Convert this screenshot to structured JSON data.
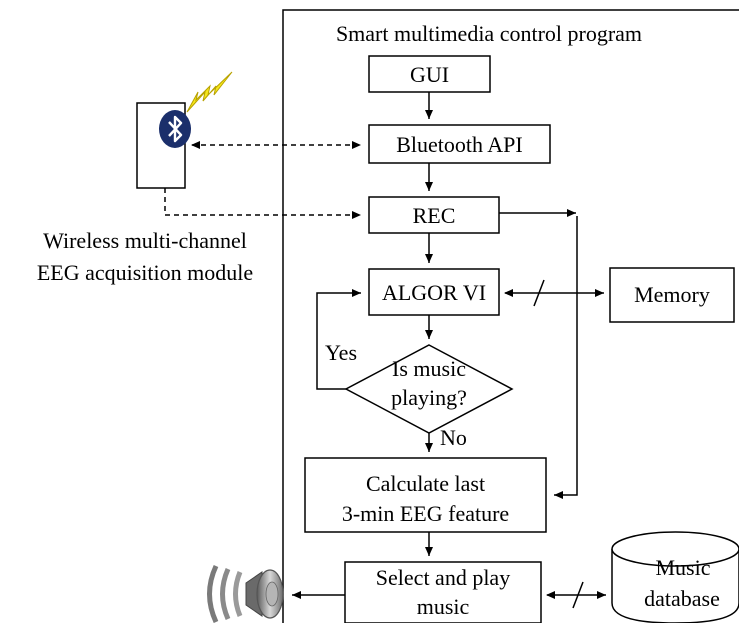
{
  "program_title": "Smart multimedia control program",
  "boxes": {
    "gui": "GUI",
    "bluetooth_api": "Bluetooth API",
    "rec": "REC",
    "algor_vi": "ALGOR VI",
    "memory": "Memory",
    "calc_line1": "Calculate last",
    "calc_line2": "3-min EEG feature",
    "select_line1": "Select and play",
    "select_line2": "music"
  },
  "decision": {
    "line1": "Is music",
    "line2": "playing?",
    "yes": "Yes",
    "no": "No"
  },
  "eeg_module": {
    "line1": "Wireless multi-channel",
    "line2": "EEG acquisition module",
    "icon": "bluetooth-icon"
  },
  "database": {
    "line1": "Music",
    "line2": "database"
  },
  "speaker": {
    "icon": "speaker-icon"
  },
  "colors": {
    "bluetooth_badge": "#1b2f6b",
    "lightning": "#f5e61a",
    "speaker_gray": "#8a8a8a"
  }
}
